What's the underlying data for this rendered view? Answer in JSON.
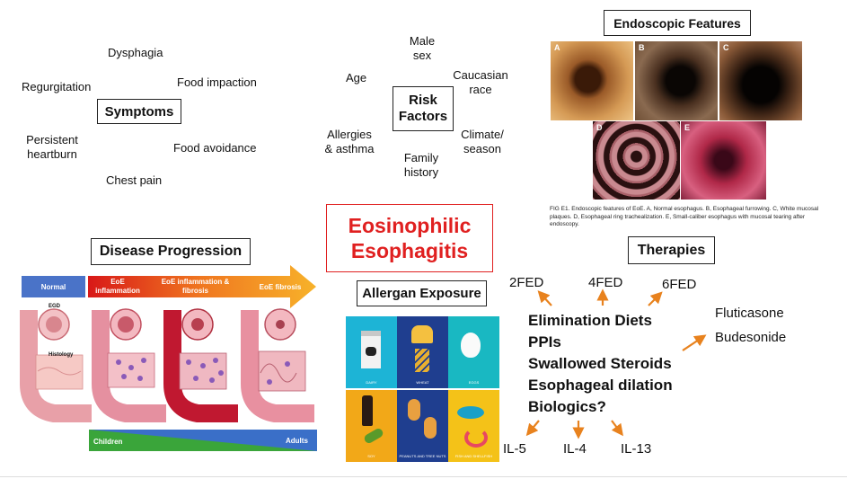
{
  "symptoms": {
    "title": "Symptoms",
    "items": [
      "Dysphagia",
      "Regurgitation",
      "Food impaction",
      "Persistent heartburn",
      "Food avoidance",
      "Chest pain"
    ]
  },
  "risk_factors": {
    "title": "Risk Factors",
    "items": [
      "Male sex",
      "Age",
      "Caucasian race",
      "Allergies & asthma",
      "Family history",
      "Climate/ season"
    ]
  },
  "endoscopic": {
    "title": "Endoscopic Features",
    "panel_letters": [
      "A",
      "B",
      "C",
      "D",
      "E"
    ],
    "caption": "FIG E1. Endoscopic features of EoE. A, Normal esophagus. B, Esophageal furrowing. C, White mucosal plaques. D, Esophageal ring trachealization. E, Small-caliber esophagus with mucosal tearing after endoscopy."
  },
  "main_title": {
    "line1": "Eosinophilic",
    "line2": "Esophagitis"
  },
  "disease_progression": {
    "title": "Disease Progression",
    "stages": [
      "Normal",
      "EoE inflammation",
      "EoE inflammation & fibrosis",
      "EoE fibrosis"
    ],
    "side_labels": [
      "EGD",
      "Histology"
    ],
    "age_axis": {
      "start": "Children",
      "end": "Adults"
    }
  },
  "allergen": {
    "title": "Allergan Exposure",
    "tiles": [
      "DAIRY",
      "WHEAT",
      "EGGS",
      "SOY",
      "PEANUTS AND TREE NUTS",
      "FISH AND SHELLFISH"
    ]
  },
  "therapies": {
    "title": "Therapies",
    "diets": [
      "2FED",
      "4FED",
      "6FED"
    ],
    "list": [
      "Elimination Diets",
      "PPIs",
      "Swallowed Steroids",
      "Esophageal dilation",
      "Biologics?"
    ],
    "steroids": [
      "Fluticasone",
      "Budesonide"
    ],
    "biologics": [
      "IL-5",
      "IL-4",
      "IL-13"
    ]
  },
  "colors": {
    "title_red": "#e02020",
    "arrow_orange": "#e8821e",
    "normal_blue": "#4a73c8",
    "tissue_pink": "#e8a0a8",
    "age_green": "#3aa53a",
    "age_blue": "#3a6fc8"
  }
}
